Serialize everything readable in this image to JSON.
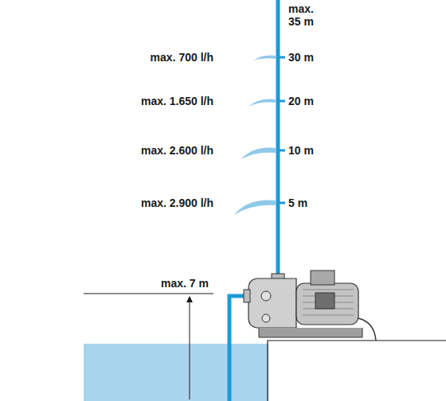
{
  "diagram": {
    "labels": [
      "max. 35 m",
      "max. 700 l/h",
      "30 m",
      "max. 1.650 l/h",
      "20 m",
      "max. 2.600 l/h",
      "10 m",
      "max. 2.900 l/h",
      "5 m",
      "max. 7 m"
    ]
  }
}
